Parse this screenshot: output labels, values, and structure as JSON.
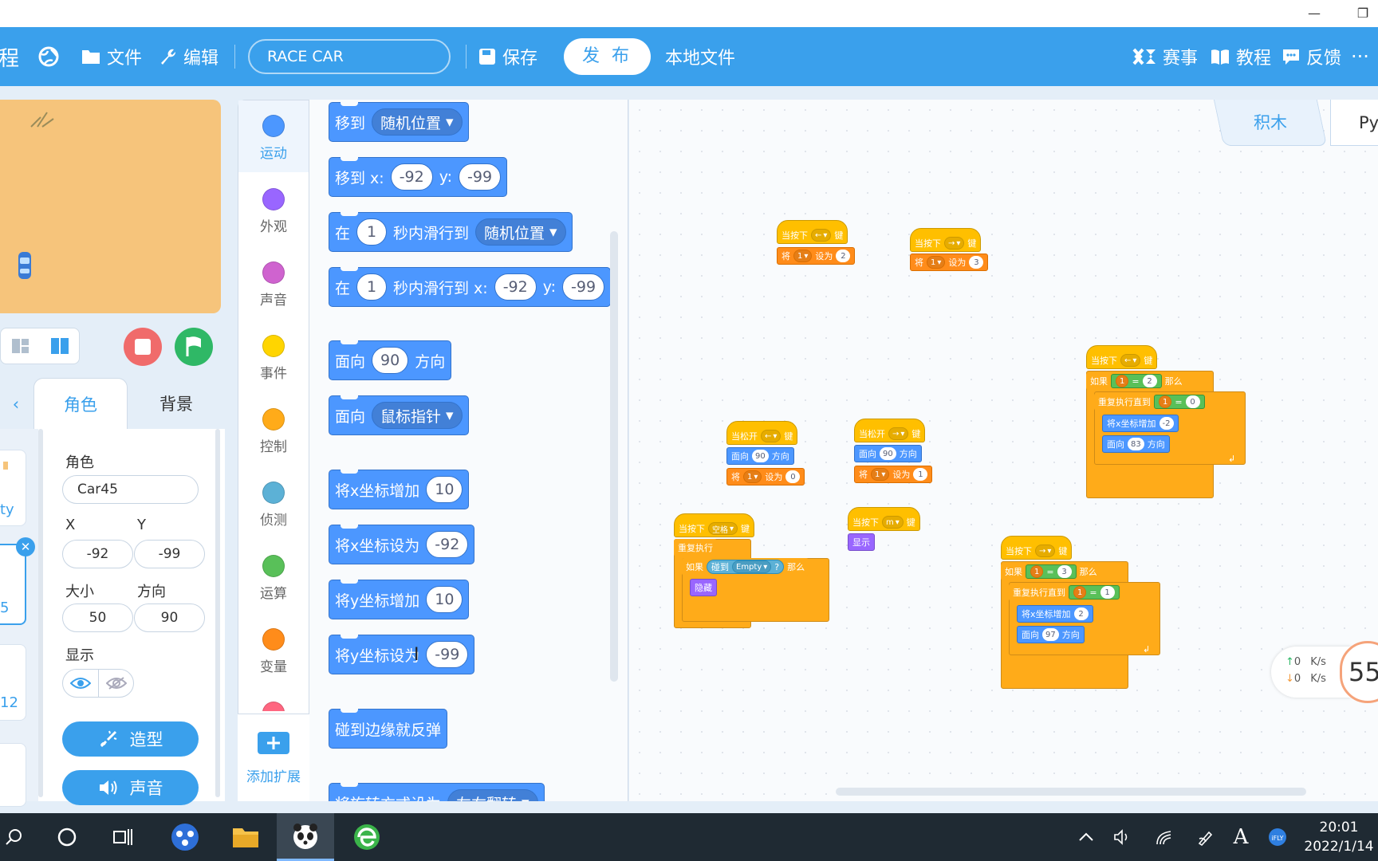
{
  "header": {
    "logo_char": "程",
    "file_label": "文件",
    "edit_label": "编辑",
    "project_name": "RACE CAR",
    "save_label": "保存",
    "publish_label": "发 布",
    "local_file_label": "本地文件",
    "contest_label": "赛事",
    "tutorial_label": "教程",
    "feedback_label": "反馈",
    "more_label": "···"
  },
  "window": {
    "minimize": "—",
    "restore": "❐"
  },
  "sprite_tabs": {
    "sprite": "角色",
    "backdrop": "背景"
  },
  "sprite_props": {
    "sprite_label": "角色",
    "sprite_name": "Car45",
    "x_label": "X",
    "y_label": "Y",
    "x": "-92",
    "y": "-99",
    "size_label": "大小",
    "direction_label": "方向",
    "size": "50",
    "direction": "90",
    "show_label": "显示",
    "costume_button": "造型",
    "sound_button": "声音"
  },
  "sprite_list": [
    "ty",
    "5",
    "12"
  ],
  "categories": [
    {
      "label": "运动",
      "color": "#4c97ff"
    },
    {
      "label": "外观",
      "color": "#9966ff"
    },
    {
      "label": "声音",
      "color": "#cf63cf"
    },
    {
      "label": "事件",
      "color": "#ffd500"
    },
    {
      "label": "控制",
      "color": "#ffab19"
    },
    {
      "label": "侦测",
      "color": "#5cb1d6"
    },
    {
      "label": "运算",
      "color": "#59c059"
    },
    {
      "label": "变量",
      "color": "#ff8c1a"
    }
  ],
  "add_extension": "添加扩展",
  "palette": {
    "goto": "移到",
    "goto_target": "随机位置",
    "goto_xy": "移到 x:",
    "goto_x": "-92",
    "y_label": "y:",
    "goto_y": "-99",
    "glide_in": "在",
    "glide_secs": "1",
    "glide_to": "秒内滑行到",
    "glide_target": "随机位置",
    "glide_xy": "秒内滑行到 x:",
    "glide_x": "-92",
    "glide_y": "-99",
    "point_dir": "面向",
    "point_dir_val": "90",
    "point_dir_suffix": "方向",
    "point_towards": "面向",
    "point_towards_target": "鼠标指针",
    "change_x": "将x坐标增加",
    "change_x_val": "10",
    "set_x": "将x坐标设为",
    "set_x_val": "-92",
    "change_y": "将y坐标增加",
    "change_y_val": "10",
    "set_y": "将y坐标设为",
    "set_y_val": "-99",
    "bounce": "碰到边缘就反弹",
    "rotation_style": "将旋转方式设为",
    "rotation_style_val": "左右翻转"
  },
  "mode_tabs": {
    "blocks": "积木",
    "python": "Py"
  },
  "scripts": {
    "when_key_pressed": "当按下",
    "key": "键",
    "when_key_released": "当松开",
    "set_prefix": "将",
    "set_to": "设为",
    "var_1": "1",
    "then": "那么",
    "if": "如果",
    "repeat_until": "重复执行直到",
    "forever": "重复执行",
    "face": "面向",
    "direction": "方向",
    "change_x": "将x坐标增加",
    "show": "显示",
    "hide": "隐藏",
    "touching": "碰到",
    "touch_target": "Empty",
    "space": "空格",
    "m": "m",
    "left_arrow": "←",
    "right_arrow": "→",
    "s1_val": "2",
    "s2_val": "3",
    "s3_face": "90",
    "s3_val": "0",
    "s4_face": "90",
    "s4_val": "1",
    "s6_cond": "2",
    "s6_until": "0",
    "s6_change": "-2",
    "s6_face": "83",
    "s8_cond": "3",
    "s8_until": "1",
    "s8_change": "2",
    "s8_face": "97"
  },
  "net": {
    "up": "0",
    "down": "0",
    "unit": "K/s",
    "ring_value": "55"
  },
  "taskbar": {
    "time": "20:01",
    "date": "2022/1/14"
  }
}
